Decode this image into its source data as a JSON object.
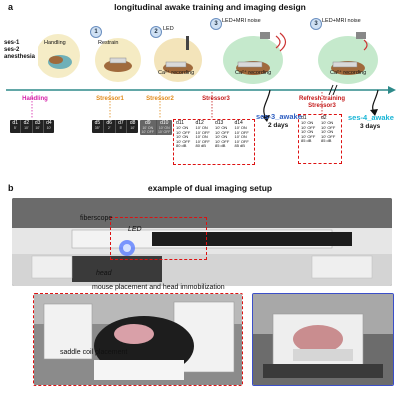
{
  "panel_a": {
    "letter": "a",
    "title": "longitudinal awake training and imaging design",
    "sessions_left": [
      "ses-1",
      "ses-2",
      "anesthesia"
    ],
    "stages": [
      {
        "num": "",
        "label": "Handling"
      },
      {
        "num": "1",
        "label": "Restrain"
      },
      {
        "num": "2",
        "label": "LED"
      },
      {
        "num": "3",
        "label": "LED+MRI noise"
      },
      {
        "num": "3",
        "label": "LED+MRI noise"
      }
    ],
    "recording_labels": [
      "Ca²⁺ recording",
      "Ca²⁺ recording",
      "Ca²⁺ recording"
    ],
    "phases": {
      "handling": "Handling",
      "stressor1": "Stressor1",
      "stressor2": "Stressor2",
      "stressor3": "Stressor3",
      "refresh": "Refresh training",
      "refresh_sub": "Stressor3"
    },
    "handling_days": [
      {
        "d": "d1",
        "t": "5'"
      },
      {
        "d": "d2",
        "t": "10'"
      },
      {
        "d": "d3",
        "t": "10'"
      },
      {
        "d": "d4",
        "t": "10'"
      }
    ],
    "stressor1_days": [
      {
        "d": "d5",
        "t": "35\""
      },
      {
        "d": "d6",
        "t": "2'"
      },
      {
        "d": "d7",
        "t": "5'"
      },
      {
        "d": "d8",
        "t": "10'"
      }
    ],
    "stressor2_days": [
      {
        "d": "d9",
        "t": "10' ON 10' OFF"
      },
      {
        "d": "d10",
        "t": "10' ON 10' OFF"
      }
    ],
    "stressor3_days": [
      {
        "d": "d11",
        "lines": [
          "10' ON",
          "10' OFF",
          "10' ON",
          "10' OFF",
          "80 dB"
        ]
      },
      {
        "d": "d12",
        "lines": [
          "10' ON",
          "10' OFF",
          "10' ON",
          "10' OFF",
          "80 dB"
        ]
      },
      {
        "d": "d13",
        "lines": [
          "10' ON",
          "10' OFF",
          "10' ON",
          "10' OFF",
          "85 dB"
        ]
      },
      {
        "d": "d14",
        "lines": [
          "10' ON",
          "10' OFF",
          "10' ON",
          "10' OFF",
          "85 dB"
        ]
      }
    ],
    "refresh_days": [
      {
        "d": "d1",
        "lines": [
          "10' ON",
          "10' OFF",
          "10' ON",
          "10' OFF",
          "85 dB"
        ]
      },
      {
        "d": "d2",
        "lines": [
          "10' ON",
          "10' OFF",
          "10' ON",
          "10' OFF",
          "85 dB"
        ]
      }
    ],
    "ses3": {
      "label": "ses-3_awake",
      "gap": "2 days"
    },
    "ses4": {
      "label": "ses-4_awake",
      "gap": "3 days"
    },
    "colors": {
      "handling": "#d61fa8",
      "stressor": "#e08a1a",
      "stressor3": "#c41a1a",
      "timeline": "#2e8a8a",
      "ses3": "#2f5fc2",
      "ses4": "#19b5d6"
    }
  },
  "panel_b": {
    "letter": "b",
    "title": "example of dual imaging setup",
    "labels": {
      "fiberscope": "fiberscope",
      "led": "LED",
      "head": "head",
      "placement": "mouse placement and head immobilization",
      "saddle": "saddle coil placement"
    }
  }
}
